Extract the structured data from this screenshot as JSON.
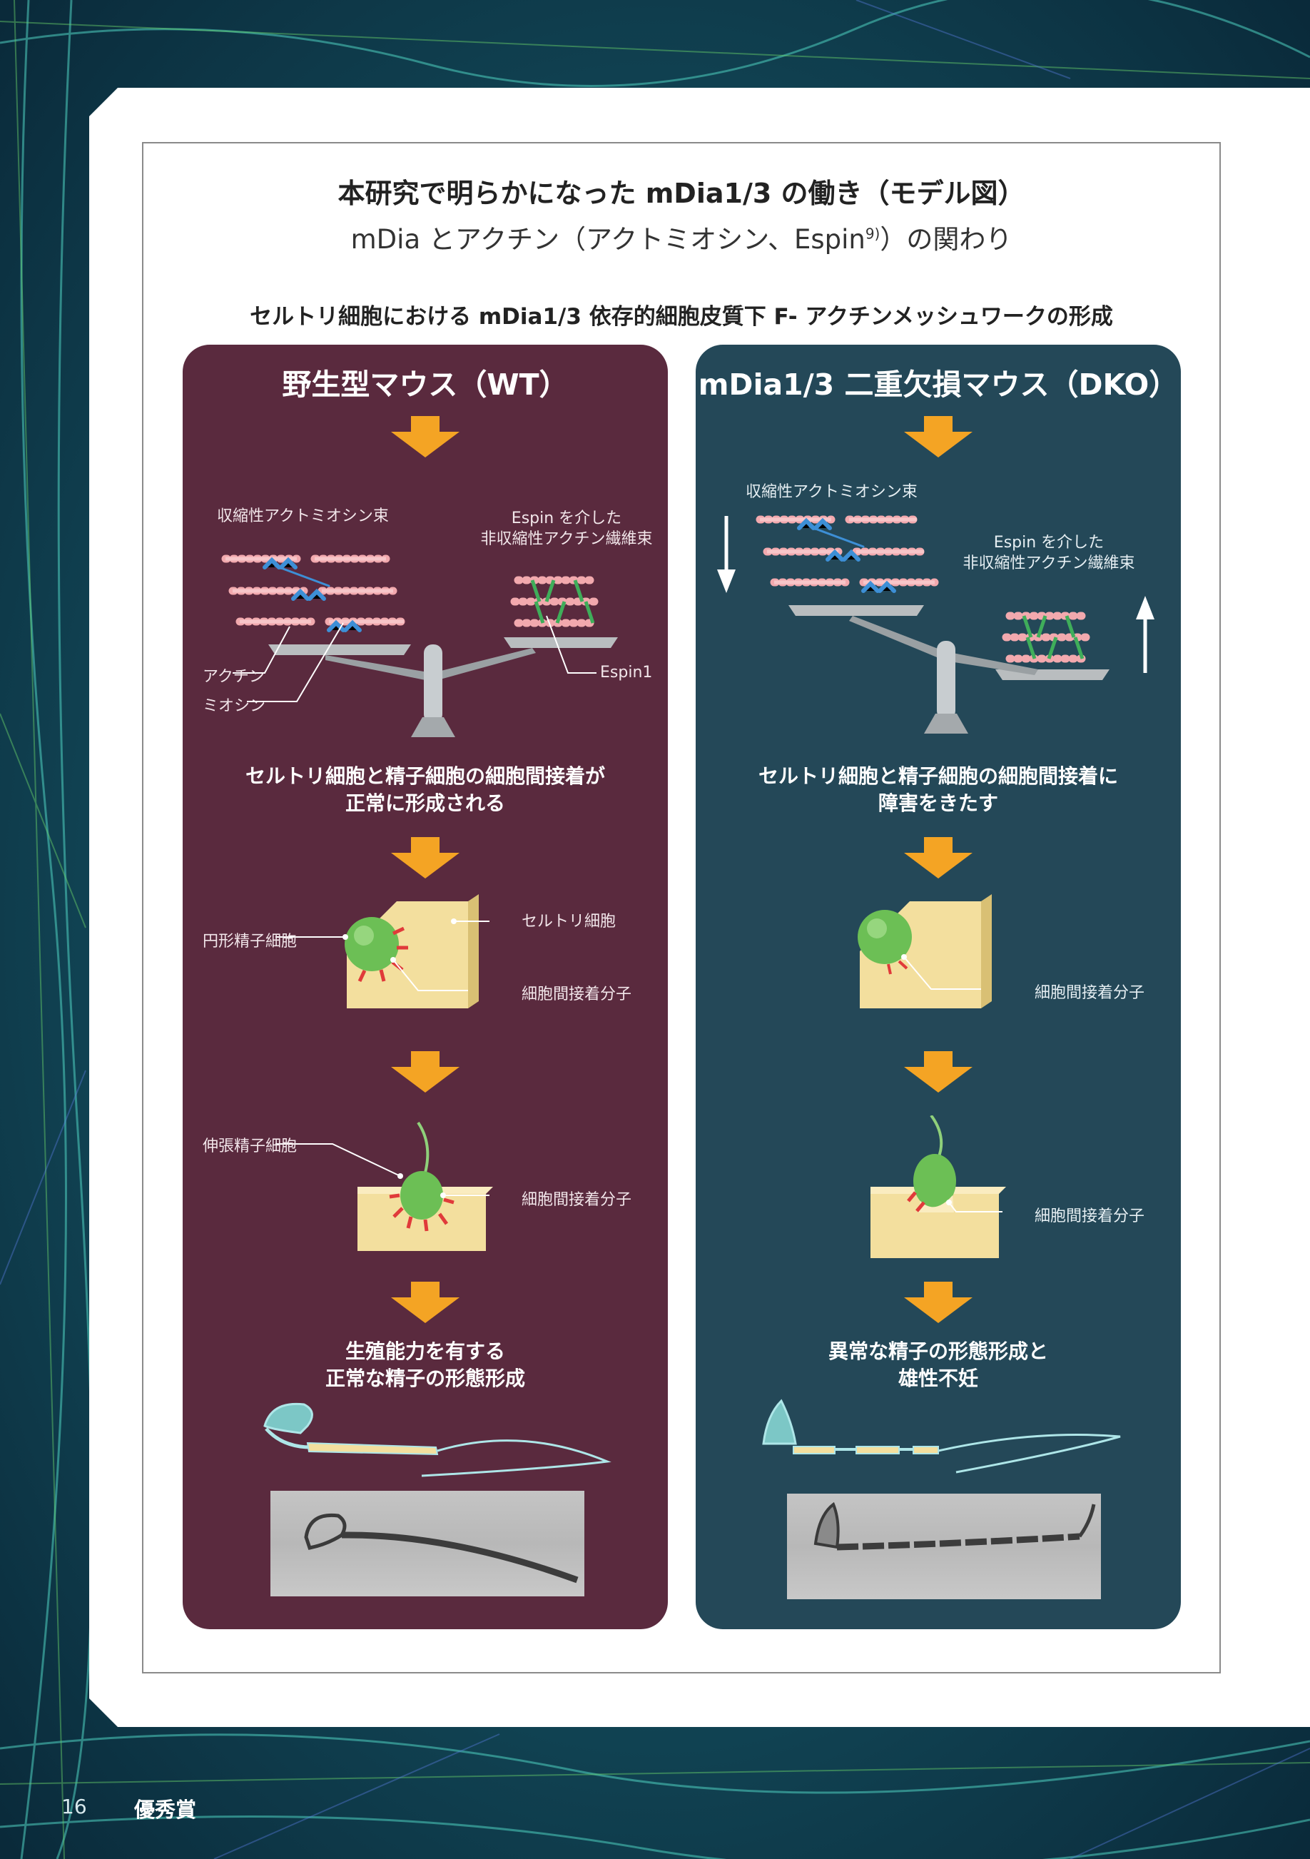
{
  "title": "本研究で明らかになった mDia1/3 の働き（モデル図）",
  "subtitle": {
    "text": "mDia とアクチン（アクトミオシン、Espin",
    "sup": "9)",
    "tail": "）の関わり"
  },
  "heading": "セルトリ細胞における mDia1/3 依存的細胞皮質下 F- アクチンメッシュワークの形成",
  "wt": {
    "title": "野生型マウス（WT）",
    "label_contractile": "収縮性アクトミオシン束",
    "label_espin": [
      "Espin を介した",
      "非収縮性アクチン繊維束"
    ],
    "label_actin": "アクチン",
    "label_myosin": "ミオシン",
    "label_espin1": "Espin1",
    "statement1": [
      "セルトリ細胞と精子細胞の細胞間接着が",
      "正常に形成される"
    ],
    "label_round_spermatid": "円形精子細胞",
    "label_sertoli": "セルトリ細胞",
    "label_adhesion_1": "細胞間接着分子",
    "label_elongating": "伸張精子細胞",
    "label_adhesion_2": "細胞間接着分子",
    "statement2": [
      "生殖能力を有する",
      "正常な精子の形態形成"
    ]
  },
  "dko": {
    "title": "mDia1/3 二重欠損マウス（DKO）",
    "label_contractile": "収縮性アクトミオシン束",
    "label_espin": [
      "Espin を介した",
      "非収縮性アクチン繊維束"
    ],
    "statement1": [
      "セルトリ細胞と精子細胞の細胞間接着に",
      "障害をきたす"
    ],
    "label_adhesion_1": "細胞間接着分子",
    "label_adhesion_2": "細胞間接着分子",
    "statement2": [
      "異常な精子の形態形成と",
      "雄性不妊"
    ]
  },
  "colors": {
    "wt_panel": "#5a2a3e",
    "dko_panel": "#244858",
    "arrow": "#f4a424",
    "actin": "#f2a9ae",
    "myosin": "#3d8fd6",
    "espin": "#3fae5a",
    "cell": "#f3df9e"
  },
  "footer": {
    "page_number": "16",
    "award": "優秀賞"
  }
}
